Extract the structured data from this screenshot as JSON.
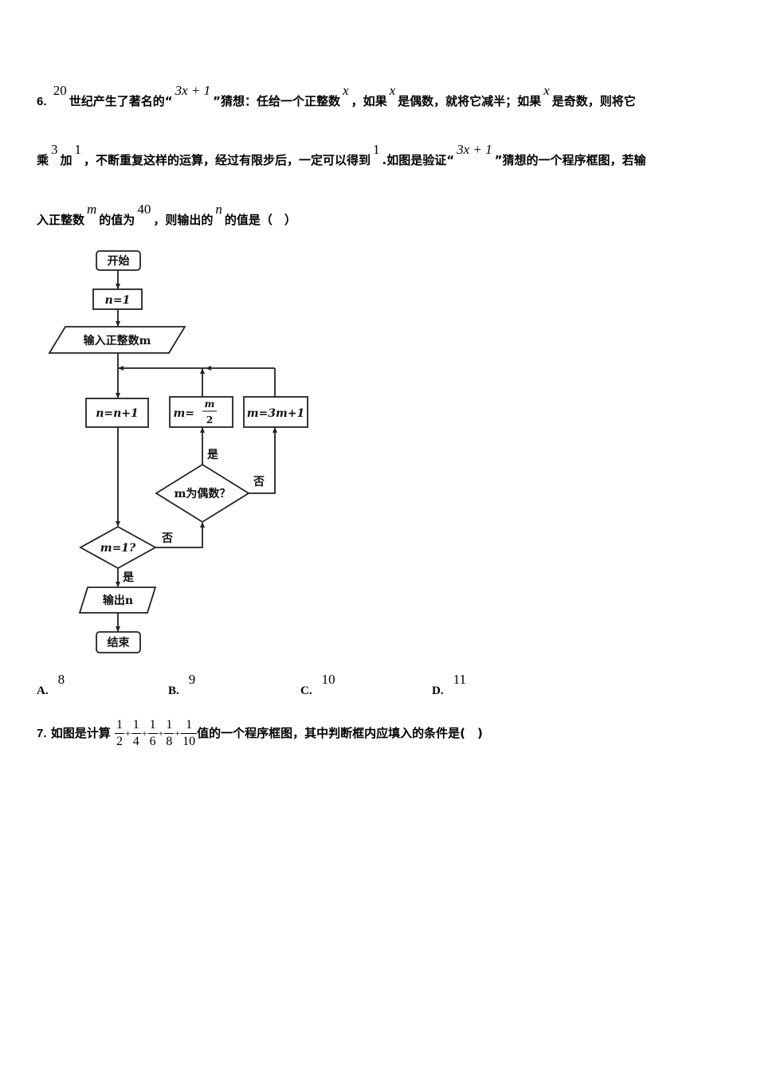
{
  "question6": {
    "number": "6.",
    "line1": {
      "seg1": "20",
      "seg2": "世纪产生了著名的“",
      "seg3": "3x + 1",
      "seg4": "”猜想：任给一个正整数",
      "seg5": "x",
      "seg6": "，如果",
      "seg7": "x",
      "seg8": "是偶数，就将它减半；如果",
      "seg9": "x",
      "seg10": "是奇数，则将它"
    },
    "line2": {
      "seg1": "乘",
      "seg2": "3",
      "seg3": "加",
      "seg4": "1",
      "seg5": "，不断重复这样的运算，经过有限步后，一定可以得到",
      "seg6": "1",
      "seg7": ".如图是验证“",
      "seg8": "3x + 1",
      "seg9": "”猜想的一个程序框图，若输"
    },
    "line3": {
      "seg1": "入正整数",
      "seg2": "m",
      "seg3": "的值为",
      "seg4": "40",
      "seg5": "，则输出的",
      "seg6": "n",
      "seg7": "的值是（　）"
    },
    "flowchart": {
      "start": "开始",
      "init": "n=1",
      "input": "输入正整数m",
      "increment": "n=n+1",
      "halve_lhs": "m=",
      "halve_num": "m",
      "halve_den": "2",
      "triple": "m=3m+1",
      "even_check": "m为偶数？",
      "one_check": "m=1?",
      "yes": "是",
      "no": "否",
      "output": "输出n",
      "end": "结束"
    },
    "choices": [
      {
        "label": "A.",
        "value": "8"
      },
      {
        "label": "B.",
        "value": "9"
      },
      {
        "label": "C.",
        "value": "10"
      },
      {
        "label": "D.",
        "value": "11"
      }
    ]
  },
  "question7": {
    "number": "7.",
    "prefix": "如图是计算",
    "fractions": [
      {
        "num": "1",
        "den": "2"
      },
      {
        "num": "1",
        "den": "4"
      },
      {
        "num": "1",
        "den": "6"
      },
      {
        "num": "1",
        "den": "8"
      },
      {
        "num": "1",
        "den": "10"
      }
    ],
    "plus": "+",
    "suffix": "值的一个程序框图，其中判断框内应填入的条件是(　)"
  }
}
